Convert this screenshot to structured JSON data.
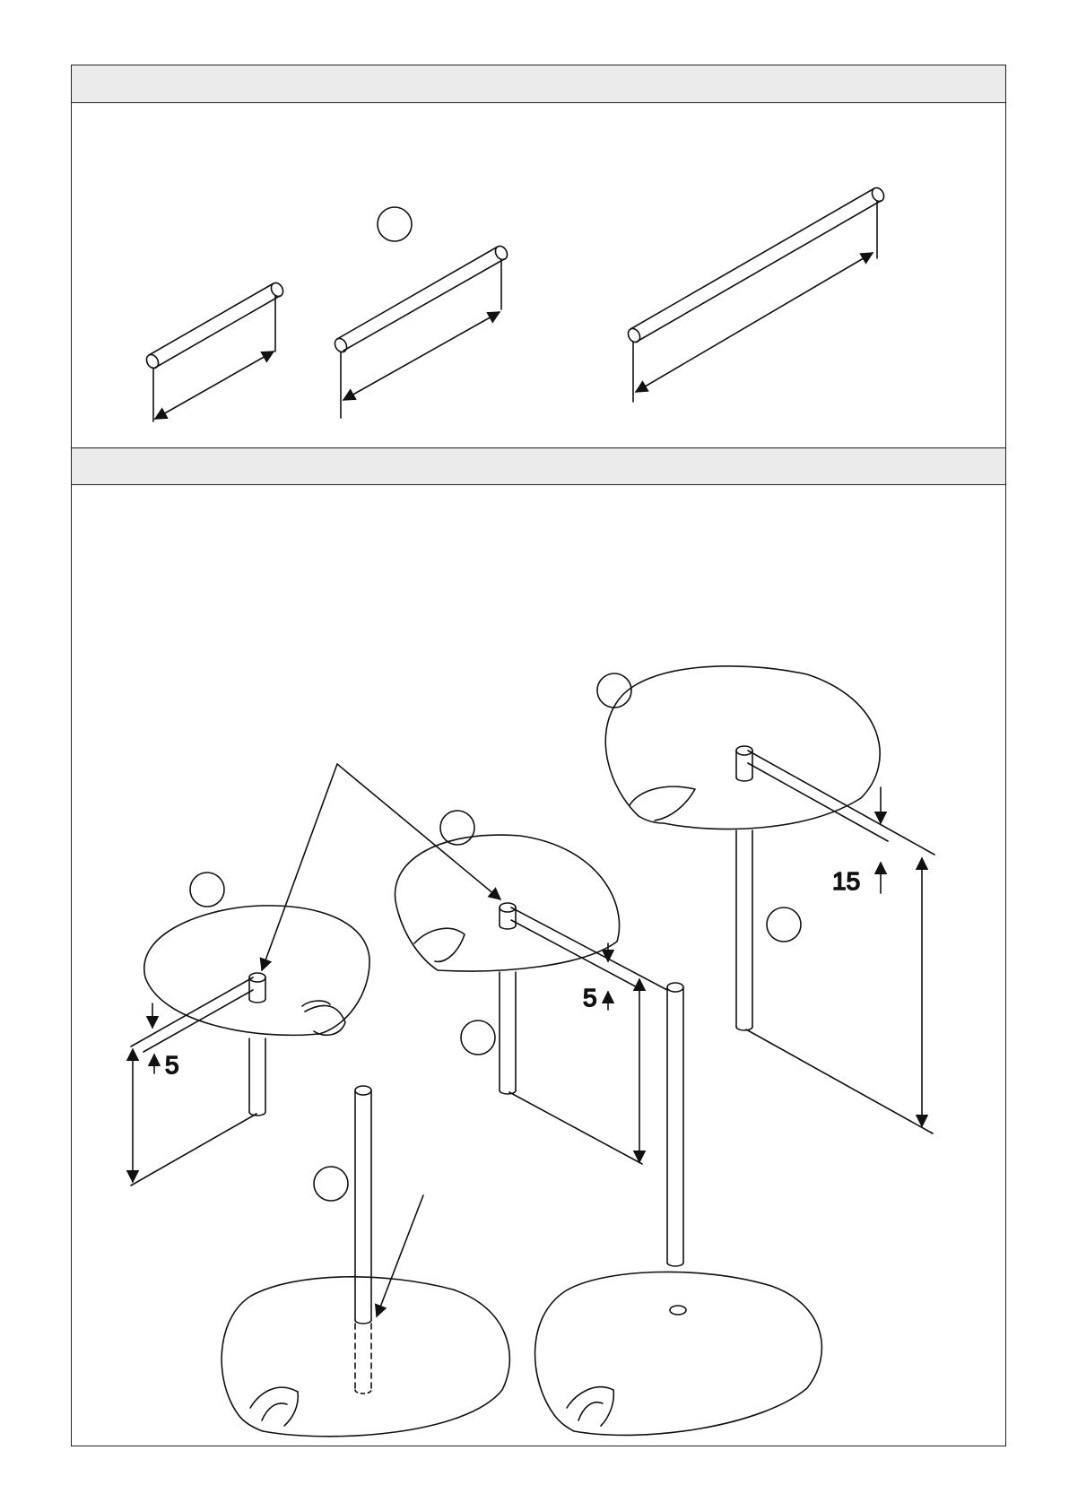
{
  "top_panel": {
    "header_text": "",
    "callout_numbers": [
      ""
    ],
    "rod_length_labels": [
      "",
      "",
      ""
    ]
  },
  "bottom_panel": {
    "header_text": "",
    "dimensions": {
      "left_rod_inset": "5",
      "middle_rod_inset": "5",
      "right_rod_inset": "15"
    },
    "callout_numbers": [
      "",
      "",
      "",
      "",
      "",
      ""
    ]
  },
  "colors": {
    "line": "#111111",
    "header_fill": "#ebebeb",
    "background": "#ffffff"
  }
}
